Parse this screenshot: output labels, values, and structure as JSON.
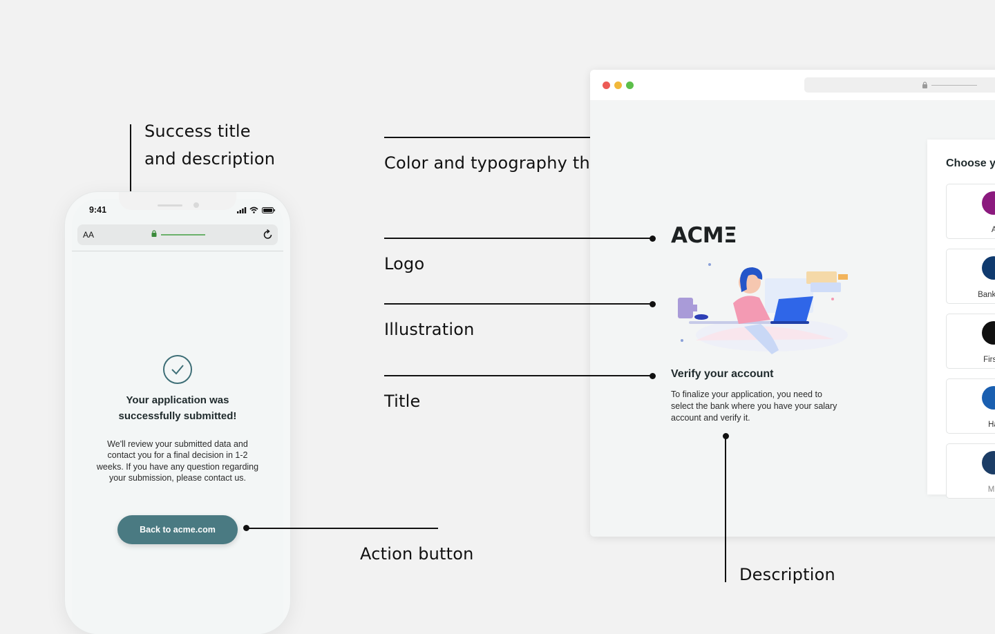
{
  "annotations": {
    "success_title": "Success title",
    "success_title_2": "and description",
    "theming": "Color and typography theming",
    "logo": "Logo",
    "illustration": "Illustration",
    "title": "Title",
    "action_button": "Action button",
    "description": "Description"
  },
  "phone": {
    "time": "9:41",
    "font_size_control": "AA",
    "success_title_line1": "Your application was",
    "success_title_line2": "successfully submitted!",
    "description_lines": [
      "We'll review your submitted data and",
      "contact you for a final decision in 1-2",
      "weeks. If you have any question regarding",
      "your submission, please contact us."
    ],
    "button_label": "Back to acme.com",
    "accent_color": "#4a7a82"
  },
  "browser": {
    "logo_text": "ACMΞ",
    "title": "Verify your account",
    "description_lines": [
      "To finalize your application, you need to",
      "select the bank where you have your salary",
      "account and verify it."
    ],
    "bank_panel_heading": "Choose y",
    "banks": [
      {
        "name": "Al",
        "color": "#8b1a7e",
        "icon": "al-logo-icon"
      },
      {
        "name": "Bank of S",
        "color": "#103a6e",
        "icon": "star-logo-icon"
      },
      {
        "name": "First D",
        "color": "#111111",
        "icon": "fd-logo-icon"
      },
      {
        "name": "Hali",
        "color": "#1a5fb0",
        "icon": "halifax-logo-icon"
      },
      {
        "name": "MBI",
        "color": "#1c3d66",
        "icon": "mbr-logo-icon"
      }
    ],
    "traffic_lights": [
      "#ec5b56",
      "#f1b83a",
      "#5cbf4a"
    ]
  }
}
